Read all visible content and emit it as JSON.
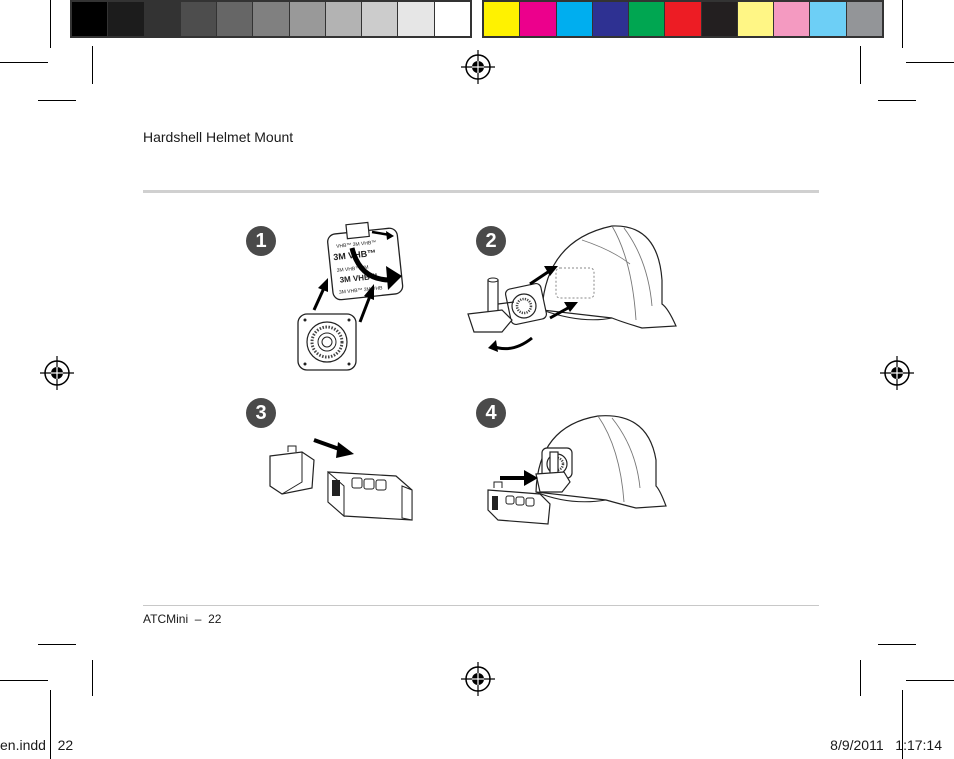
{
  "header": {
    "title": "Hardshell Helmet Mount"
  },
  "steps": [
    {
      "number": "1"
    },
    {
      "number": "2"
    },
    {
      "number": "3"
    },
    {
      "number": "4"
    }
  ],
  "adhesive_pad": {
    "lines": [
      "VHB™ 3M VHB™",
      "3M VHB™",
      "3M VHB™ 3M",
      "3M VHB™",
      "3M VHB™ 3M VHB"
    ]
  },
  "footer": {
    "text": "ATCMini  –  22"
  },
  "slug": {
    "left": "en.indd   22",
    "right": "8/9/2011   1:17:14"
  },
  "colors": {
    "gray_swatches": [
      "#000000",
      "#1c1c1c",
      "#333333",
      "#4d4d4d",
      "#666666",
      "#808080",
      "#999999",
      "#b3b3b3",
      "#cccccc",
      "#e6e6e6",
      "#ffffff"
    ],
    "color_swatches": [
      "#fff200",
      "#ec008c",
      "#00aeef",
      "#2e3192",
      "#00a651",
      "#ed1c24",
      "#231f20",
      "#fff685",
      "#f49ac1",
      "#6dcff6",
      "#939598"
    ],
    "badge": "#4a4a4a"
  }
}
